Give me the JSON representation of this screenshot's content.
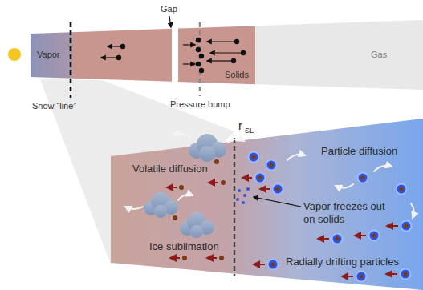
{
  "diagram": {
    "labels": [
      "Vapor",
      "Solids",
      "Gas",
      "Gap",
      "Pressure bump",
      "Snow “line”",
      "Volatile diffusion",
      "Particle diffusion",
      "Vapor freezes out on solids",
      "Ice sublimation",
      "Radially drifting particles",
      "r",
      "SL"
    ]
  }
}
